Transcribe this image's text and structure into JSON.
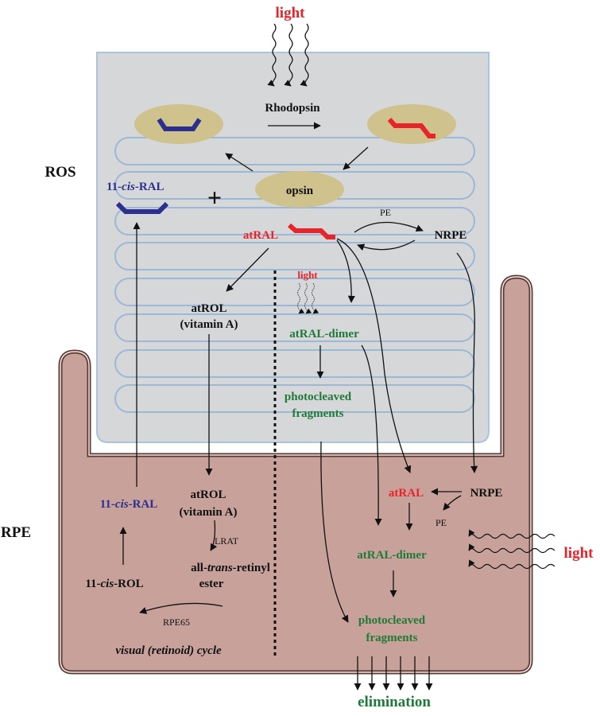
{
  "colors": {
    "red": "#e8232a",
    "blue": "#2b2f8f",
    "green": "#1f7a3a",
    "black": "#111111",
    "ros_fill": "#d6d7d9",
    "ros_border": "#a9c4df",
    "rpe_fill": "#c7a19a",
    "disc_border": "#9bb8d6",
    "yellow_ellipse": "#cfc28d"
  },
  "labels": {
    "light_top": "light",
    "rhodopsin": "Rhodopsin",
    "ros": "ROS",
    "rpe": "RPE",
    "cis_ral_pre": "11-",
    "cis_ral_cis": "cis",
    "cis_ral_post": "-RAL",
    "plus": "+",
    "opsin": "opsin",
    "atral": "atRAL",
    "pe": "PE",
    "nrpe": "NRPE",
    "light_small": "light",
    "atrol": "atROL",
    "vitamin_a": "(vitamin A)",
    "atral_dimer": "atRAL-dimer",
    "photocleaved": "photocleaved",
    "fragments": "fragments",
    "lrat": "LRAT",
    "all_trans_pre": "all-",
    "all_trans_trans": "trans",
    "all_trans_post": "-retinyl",
    "ester": "ester",
    "cis_rol_pre": "11-",
    "cis_rol_cis": "cis",
    "cis_rol_post": "-ROL",
    "rpe65": "RPE65",
    "visual_cycle": "visual (retinoid) cycle",
    "light_right": "light",
    "elimination": "elimination"
  }
}
